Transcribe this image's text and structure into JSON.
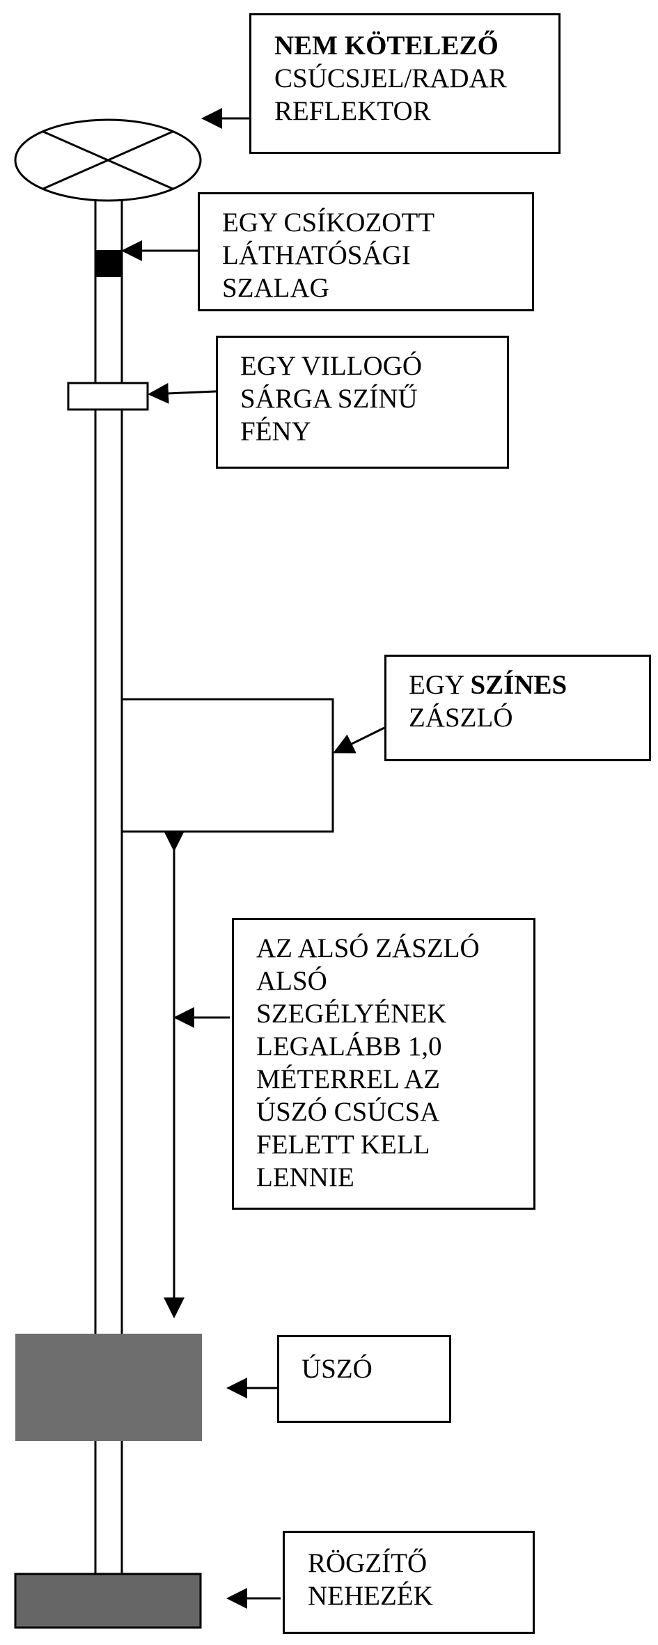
{
  "colors": {
    "line": "#000000",
    "background": "#ffffff",
    "float_fill": "#6e6e6e",
    "weight_fill": "#666666"
  },
  "parts": [
    {
      "name": "radar-reflector",
      "icon": "circle-cross-icon"
    },
    {
      "name": "striped-visibility-tape",
      "fill": "#000000"
    },
    {
      "name": "flashing-light"
    },
    {
      "name": "flag"
    },
    {
      "name": "float",
      "fill": "#6e6e6e"
    },
    {
      "name": "anchor-weight",
      "fill": "#666666"
    }
  ],
  "labels": {
    "reflector": {
      "line1": "NEM KÖTELEZŐ",
      "rest": "CSÚCSJEL/RADAR\nREFLEKTOR"
    },
    "tape": {
      "text": "EGY CSÍKOZOTT\nLÁTHATÓSÁGI\nSZALAG"
    },
    "light": {
      "text": "EGY VILLOGÓ\nSÁRGA SZÍNŰ\nFÉNY"
    },
    "flag": {
      "prefix": "EGY ",
      "bold": "SZÍNES",
      "rest": "ZÁSZLÓ"
    },
    "height_rule": {
      "text": "AZ ALSÓ ZÁSZLÓ\nALSÓ\nSZEGÉLYÉNEK\nLEGALÁBB 1,0\nMÉTERREL AZ\nÚSZÓ CSÚCSA\nFELETT KELL\nLENNIE"
    },
    "float": {
      "text": "ÚSZÓ"
    },
    "weight": {
      "text": "RÖGZÍTŐ\nNEHEZÉK"
    }
  }
}
